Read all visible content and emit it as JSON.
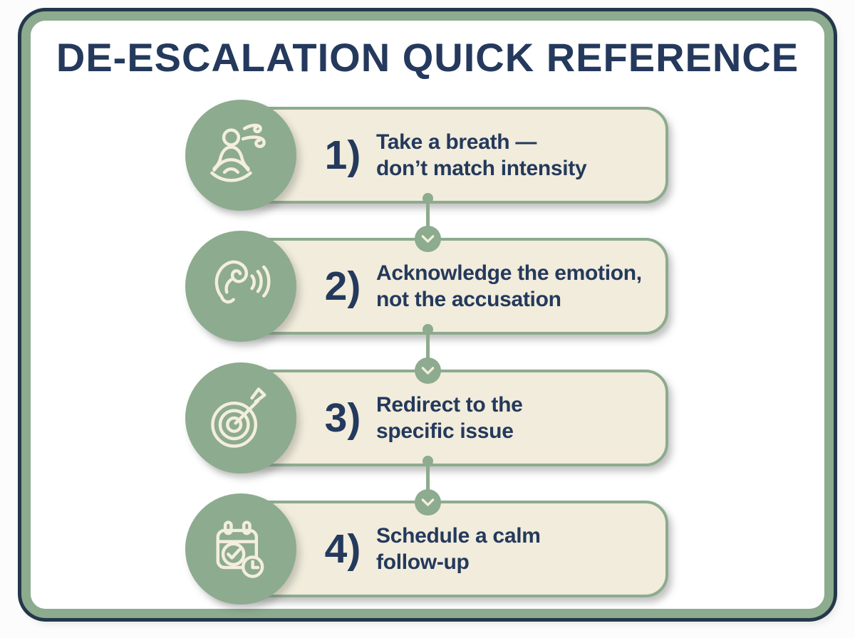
{
  "title": "DE-ESCALATION QUICK REFERENCE",
  "colors": {
    "navy_text": "#24395c",
    "frame_navy": "#24384a",
    "sage_green": "#8dab8e",
    "card_cream": "#f1ecdb",
    "page_background": "#fcfcfd"
  },
  "steps": [
    {
      "number": "1)",
      "icon": "meditation-breath-icon",
      "line1": "Take a breath —",
      "line2": "don’t match intensity"
    },
    {
      "number": "2)",
      "icon": "listening-ear-icon",
      "line1": "Acknowledge the emotion,",
      "line2": "not the accusation"
    },
    {
      "number": "3)",
      "icon": "target-arrow-icon",
      "line1": "Redirect to the",
      "line2": "specific issue"
    },
    {
      "number": "4)",
      "icon": "calendar-clock-icon",
      "line1": "Schedule a calm",
      "line2": "follow-up"
    }
  ]
}
